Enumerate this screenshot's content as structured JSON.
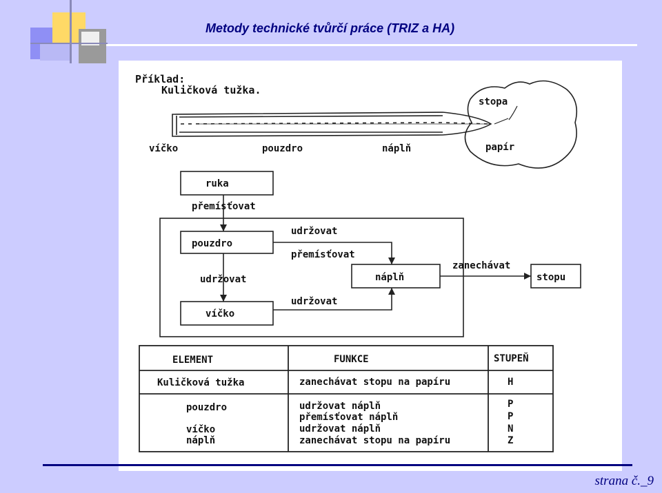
{
  "slide": {
    "title": "Metody technické tvůrčí práce (TRIZ a HA)",
    "page_label": "strana č._9"
  },
  "figure": {
    "heading_line1": "Příklad:",
    "heading_line2": "Kuličková tužka.",
    "pencil_labels": {
      "cap": "víčko",
      "body": "pouzdro",
      "refill": "náplň",
      "trace": "stopa",
      "paper": "papír"
    },
    "diagram": {
      "hand": "ruka",
      "hand_function": "přemísťovat",
      "body": "pouzdro",
      "body_to_cap_function": "udržovat",
      "cap": "víčko",
      "body_refill_function_1": "udržovat",
      "body_refill_function_2": "přemísťovat",
      "cap_refill_function": "udržovat",
      "refill": "náplň",
      "refill_function": "zanechávat",
      "trace": "stopu"
    },
    "table": {
      "headers": [
        "ELEMENT",
        "FUNKCE",
        "STUPEŇ"
      ],
      "rows": [
        {
          "element": "Kuličková tužka",
          "function": "zanechávat stopu na papíru",
          "degree": "H"
        },
        {
          "element": "pouzdro",
          "function": "udržovat náplň",
          "degree": "P"
        },
        {
          "element": "víčko",
          "function": "přemísťovat náplň",
          "degree": "P"
        },
        {
          "element": "náplň",
          "function": "udržovat náplň",
          "degree": "N"
        },
        {
          "element": "",
          "function": "zanechávat stopu na papíru",
          "degree": "Z"
        }
      ]
    }
  }
}
